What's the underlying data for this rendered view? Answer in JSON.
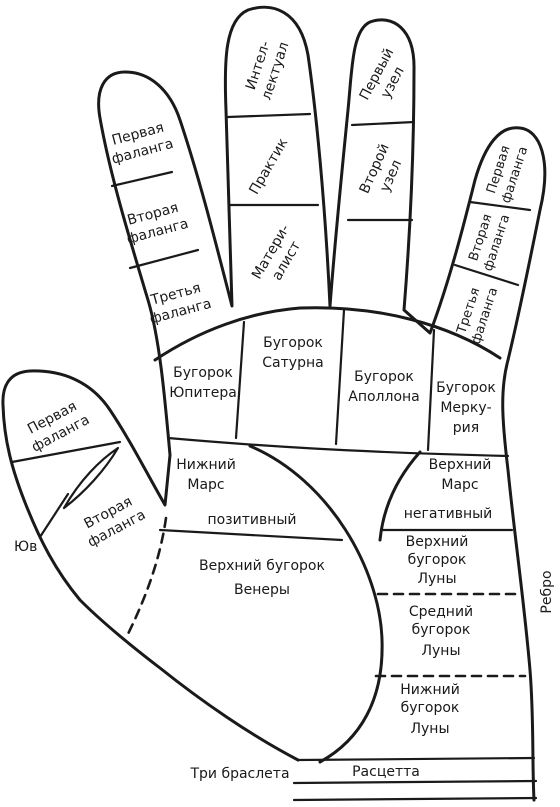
{
  "labels": {
    "index_first": [
      "Первая",
      "фаланга"
    ],
    "index_second": [
      "Вторая",
      "фаланга"
    ],
    "index_third": [
      "Третья",
      "фаланга"
    ],
    "middle_intellect": [
      "Интел-",
      "лектуал"
    ],
    "middle_practical": [
      "Практик"
    ],
    "middle_material": [
      "Матери-",
      "алист"
    ],
    "ring_first": [
      "Первый",
      "узел"
    ],
    "ring_second": [
      "Второй",
      "узел"
    ],
    "little_first": [
      "Первая",
      "фаланга"
    ],
    "little_second": [
      "Вторая",
      "фаланга"
    ],
    "little_third": [
      "Третья",
      "фаланга"
    ],
    "thumb_first": [
      "Первая",
      "фаланга"
    ],
    "thumb_second": [
      "Вторая",
      "фаланга"
    ],
    "yuv": "Юв",
    "mount_jupiter": [
      "Бугорок",
      "Юпитера"
    ],
    "mount_saturn": [
      "Бугорок",
      "Сатурна"
    ],
    "mount_apollo": [
      "Бугорок",
      "Аполлона"
    ],
    "mount_mercury": [
      "Бугорок",
      "Мерку-",
      "рия"
    ],
    "lower_mars": [
      "Нижний",
      "Марс"
    ],
    "positive": "позитивный",
    "upper_mars": [
      "Верхний",
      "Марс"
    ],
    "negative": "негативный",
    "upper_venus": [
      "Верхний бугорок",
      "Венеры"
    ],
    "upper_luna": [
      "Верхний",
      "бугорок",
      "Луны"
    ],
    "middle_luna": [
      "Средний",
      "бугорок",
      "Луны"
    ],
    "lower_luna": [
      "Нижний",
      "бугорок",
      "Луны"
    ],
    "edge": "Ребро",
    "three_bracelets": "Три браслета",
    "rascetta": "Расцетта"
  }
}
